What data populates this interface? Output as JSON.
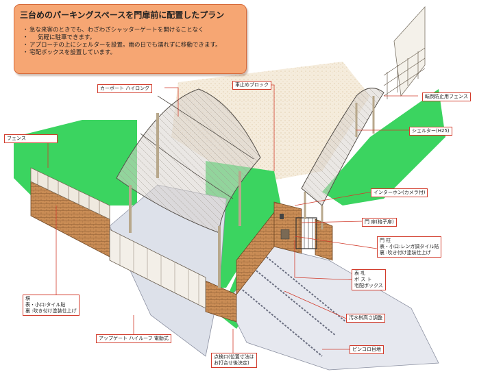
{
  "header": {
    "title": "三台めのパーキングスペースを門扉前に配置したプラン",
    "bullets": [
      "急な来客のときでも、わざわざシャッターゲートを開けることなく",
      "気軽に駐車できます。",
      "アプローチの上にシェルターを設置。雨の日でも濡れずに移動できます。",
      "宅配ボックスを設置しています。"
    ]
  },
  "callouts": {
    "carport": "カーポート ハイロング",
    "car_stop_block": "車止めブロック",
    "anti_intrusion_fence": "転倒防止用フェンス",
    "fence": "フェンス",
    "shelter": "シェルター(H25)",
    "intercom": "インターホン(カメラ付)",
    "gate": "門 扉(格子扉)",
    "gate_pillar": [
      "門 柱",
      "表・小口:レンガ調タイル貼",
      "裏 :吹き付け塗装仕上げ"
    ],
    "mail_items": [
      "表 札",
      "ポ ス ト",
      "宅配ボックス"
    ],
    "wall": [
      "塀",
      "表・小口:タイル貼",
      "裏 :吹き付け塗装仕上げ"
    ],
    "drain_adjust": "汚水桝高さ調整",
    "upgate": "アップゲート ハイルーフ 電動式",
    "pinkoro": "ピンコロ目地",
    "inspection": [
      "点検口(位置寸法は",
      "お打合せ後決定)"
    ]
  },
  "colors": {
    "title_bg": "#f6a673",
    "lawn": "#3bd460",
    "brick": "#c98c55",
    "callout_border": "#d23b2b",
    "paving": "#dde1ea"
  }
}
